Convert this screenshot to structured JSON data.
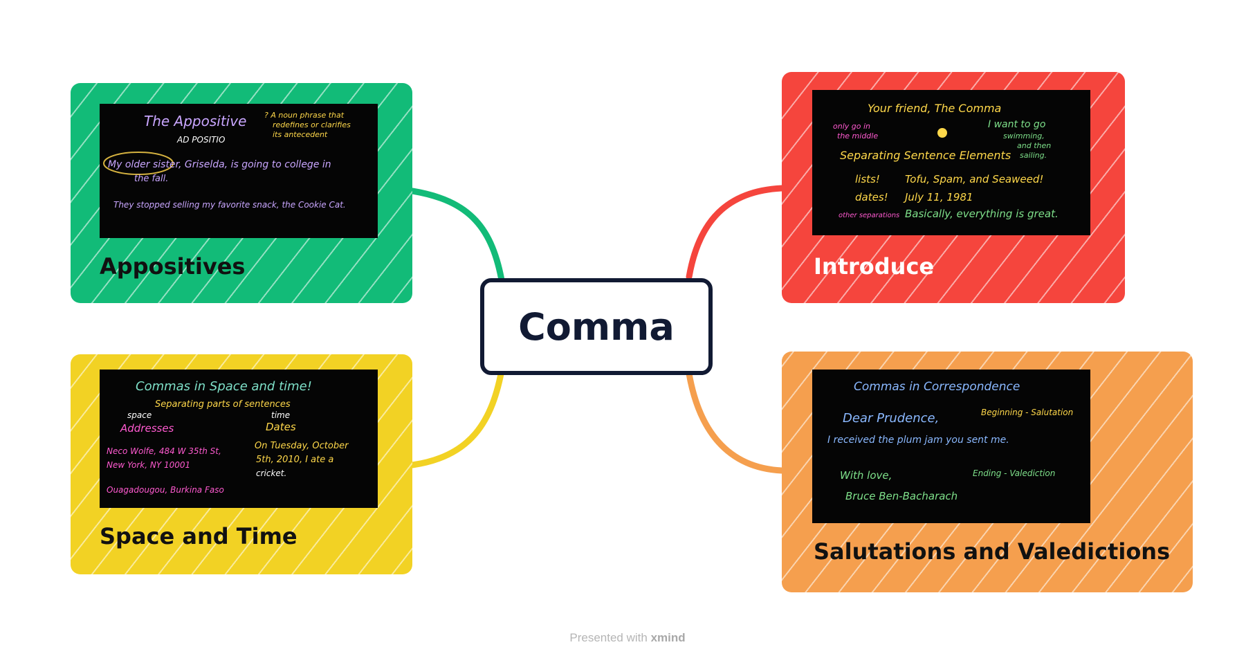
{
  "central_topic": "Comma",
  "branches": [
    {
      "label": "Appositives",
      "color": "#12bb78",
      "board_lines": [
        "The Appositive",
        "AD POSITIO",
        "? A noun phrase that",
        "redefines or clarifies",
        "its antecedent",
        "My older sister, Griselda, is going to college in",
        "the fall.",
        "They stopped selling my favorite snack, the Cookie Cat."
      ]
    },
    {
      "label": "Introduce",
      "color": "#f5453d",
      "board_lines": [
        "Your friend, The Comma",
        "only go in",
        "the middle",
        "I want to go",
        "swimming,",
        "and then",
        "sailing.",
        "Separating Sentence Elements",
        "lists!",
        "Tofu, Spam, and Seaweed!",
        "dates!",
        "July 11, 1981",
        "other separations",
        "Basically, everything is great."
      ]
    },
    {
      "label": "Space and Time",
      "color": "#f2d224",
      "board_lines": [
        "Commas in Space and time!",
        "Separating parts of sentences",
        "space",
        "Addresses",
        "time",
        "Dates",
        "Neco Wolfe, 484 W 35th St,",
        "New York, NY 10001",
        "On Tuesday, October",
        "5th, 2010, I ate a",
        "cricket.",
        "Ouagadougou, Burkina Faso"
      ]
    },
    {
      "label": "Salutations and Valedictions",
      "color": "#f59f4e",
      "board_lines": [
        "Commas in Correspondence",
        "Dear Prudence,",
        "Beginning - Salutation",
        "I received the plum jam you sent me.",
        "With love,",
        "Ending - Valediction",
        "Bruce Ben-Bacharach"
      ]
    }
  ],
  "footer": {
    "prefix": "Presented with",
    "brand": "xmind"
  },
  "colors": {
    "connector_appositives": "#12bb78",
    "connector_introduce": "#f5453d",
    "connector_space": "#f2d224",
    "connector_salutations": "#f59f4e",
    "center_border": "#111a33"
  }
}
